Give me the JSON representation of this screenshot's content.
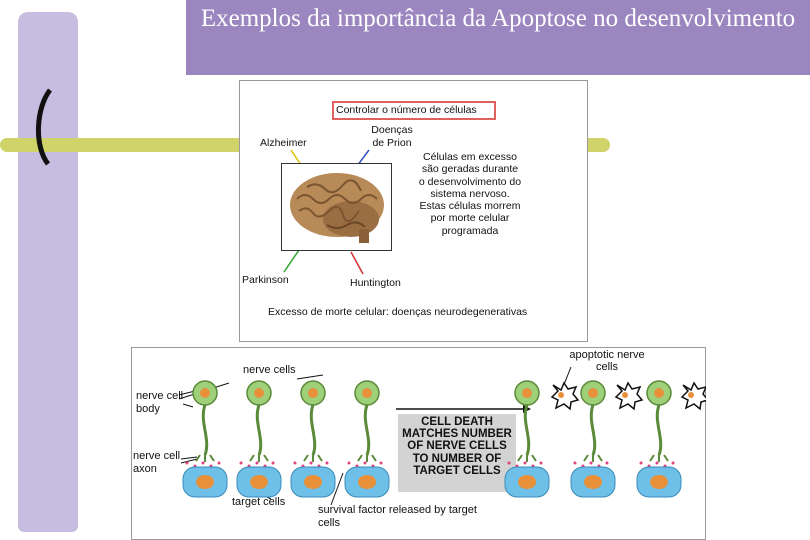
{
  "slide": {
    "title": "Exemplos da importância da Apoptose no desenvolvimento",
    "colors": {
      "title_bar": "#9b86c0",
      "left_bar": "#c6bde0",
      "accent_line": "#cfd36a"
    }
  },
  "figure_top": {
    "header": "Controlar o número de células",
    "alzheimer": "Alzheimer",
    "prion": "Doenças de Prion",
    "parkinson": "Parkinson",
    "huntington": "Huntington",
    "note": "Células em excesso são geradas durante o desenvolvimento do sistema nervoso. Estas células morrem por morte celular programada",
    "footer": "Excesso de morte celular: doenças neurodegenerativas"
  },
  "figure_bottom": {
    "nerve_cells": "nerve cells",
    "nerve_cell_body": "nerve cell body",
    "nerve_cell_axon": "nerve cell axon",
    "target_cells": "target cells",
    "survival_factor": "survival factor released by target cells",
    "apoptotic": "apoptotic nerve cells",
    "cell_death": "CELL DEATH MATCHES NUMBER OF NERVE CELLS TO NUMBER OF TARGET CELLS"
  }
}
